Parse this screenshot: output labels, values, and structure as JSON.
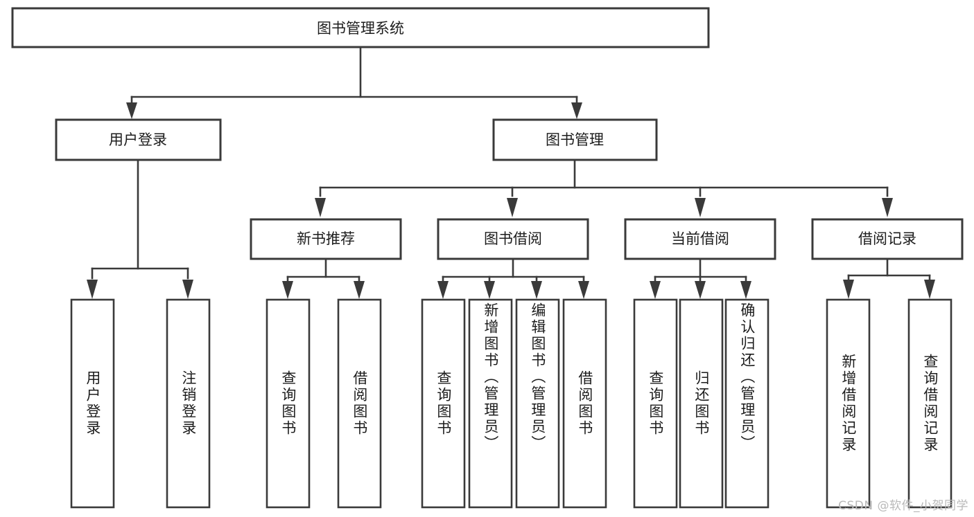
{
  "diagram": {
    "type": "tree",
    "title": "图书管理系统",
    "root": {
      "id": "root",
      "label": "图书管理系统"
    },
    "level2": [
      {
        "id": "user-login",
        "label": "用户登录"
      },
      {
        "id": "book-manage",
        "label": "图书管理"
      }
    ],
    "level3": [
      {
        "id": "new-book-recommend",
        "label": "新书推荐",
        "parent": "book-manage"
      },
      {
        "id": "book-borrow",
        "label": "图书借阅",
        "parent": "book-manage"
      },
      {
        "id": "current-borrow",
        "label": "当前借阅",
        "parent": "book-manage"
      },
      {
        "id": "borrow-record",
        "label": "借阅记录",
        "parent": "book-manage"
      }
    ],
    "leaves": [
      {
        "id": "leaf-user-login",
        "label": "用户登录",
        "parent": "user-login"
      },
      {
        "id": "leaf-user-logout",
        "label": "注销登录",
        "parent": "user-login"
      },
      {
        "id": "leaf-query-book-1",
        "label": "查询图书",
        "parent": "new-book-recommend"
      },
      {
        "id": "leaf-borrow-book-1",
        "label": "借阅图书",
        "parent": "new-book-recommend"
      },
      {
        "id": "leaf-query-book-2",
        "label": "查询图书",
        "parent": "book-borrow"
      },
      {
        "id": "leaf-add-book",
        "label": "新增图书（管理员）",
        "parent": "book-borrow"
      },
      {
        "id": "leaf-edit-book",
        "label": "编辑图书（管理员）",
        "parent": "book-borrow"
      },
      {
        "id": "leaf-borrow-book-2",
        "label": "借阅图书",
        "parent": "book-borrow"
      },
      {
        "id": "leaf-query-book-3",
        "label": "查询图书",
        "parent": "current-borrow"
      },
      {
        "id": "leaf-return-book",
        "label": "归还图书",
        "parent": "current-borrow"
      },
      {
        "id": "leaf-confirm-return",
        "label": "确认归还（管理员）",
        "parent": "current-borrow"
      },
      {
        "id": "leaf-add-record",
        "label": "新增借阅记录",
        "parent": "borrow-record"
      },
      {
        "id": "leaf-query-record",
        "label": "查询借阅记录",
        "parent": "borrow-record"
      }
    ],
    "colors": {
      "box_stroke": "#3a3a3a",
      "box_fill": "#ffffff",
      "text": "#1c1c1c",
      "background": "#ffffff",
      "watermark": "#b9b9b9"
    }
  },
  "watermark": {
    "text": "CSDN @软件_小贺同学"
  }
}
